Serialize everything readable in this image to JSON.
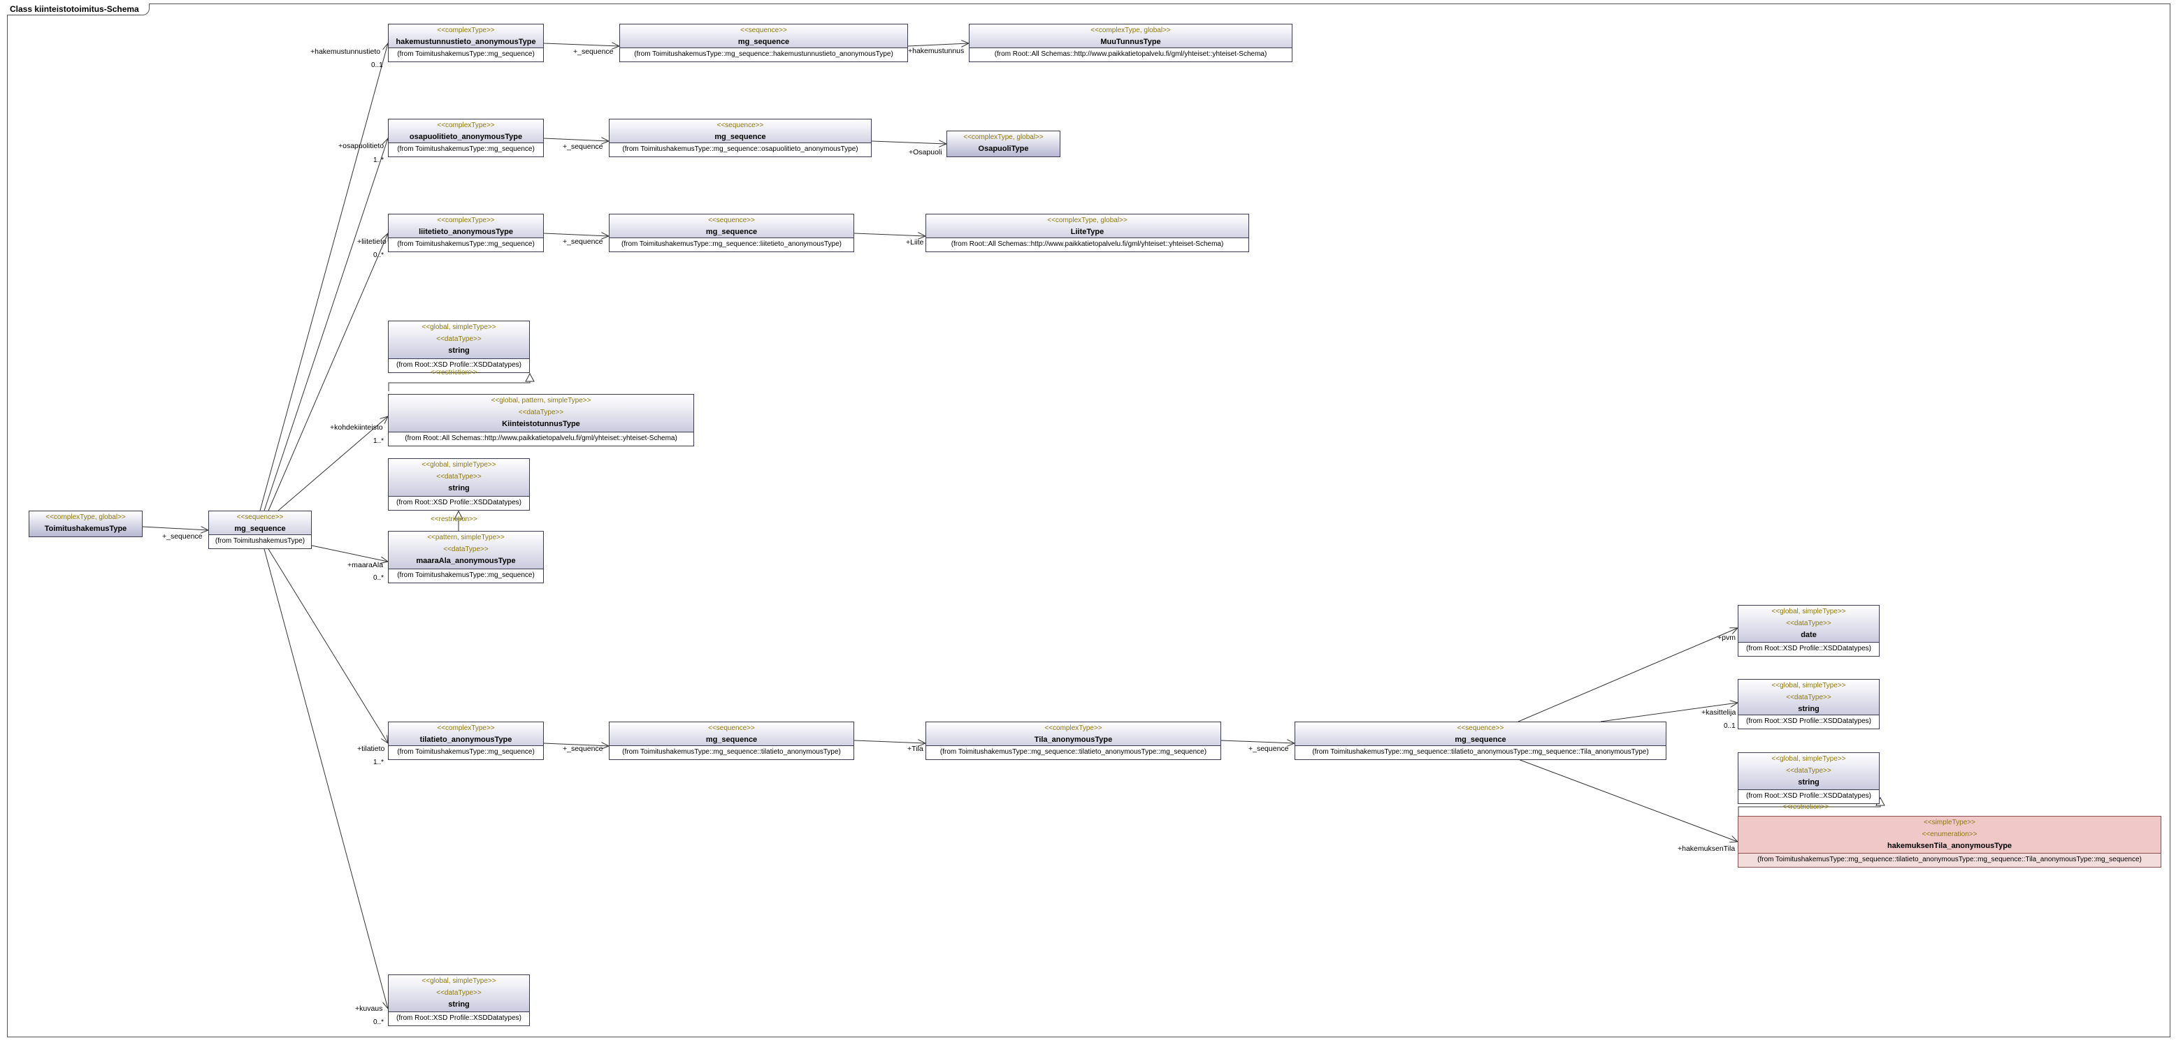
{
  "frame": {
    "title": "Class kiinteistotoimitus-Schema"
  },
  "classes": {
    "toimitus": {
      "stereotype": "<<complexType, global>>",
      "name": "ToimitushakemusType"
    },
    "mg_root": {
      "stereotype": "<<sequence>>",
      "name": "mg_sequence",
      "from": "(from ToimitushakemusType)"
    },
    "hak_anon": {
      "stereotype": "<<complexType>>",
      "name": "hakemustunnustieto_anonymousType",
      "from": "(from ToimitushakemusType::mg_sequence)"
    },
    "hak_seq": {
      "stereotype": "<<sequence>>",
      "name": "mg_sequence",
      "from": "(from ToimitushakemusType::mg_sequence::hakemustunnustieto_anonymousType)"
    },
    "muutunnus": {
      "stereotype": "<<complexType, global>>",
      "name": "MuuTunnusType",
      "from": "(from Root::All Schemas::http://www.paikkatietopalvelu.fi/gml/yhteiset::yhteiset-Schema)"
    },
    "osa_anon": {
      "stereotype": "<<complexType>>",
      "name": "osapuolitieto_anonymousType",
      "from": "(from ToimitushakemusType::mg_sequence)"
    },
    "osa_seq": {
      "stereotype": "<<sequence>>",
      "name": "mg_sequence",
      "from": "(from ToimitushakemusType::mg_sequence::osapuolitieto_anonymousType)"
    },
    "osapuoli": {
      "stereotype": "<<complexType, global>>",
      "name": "OsapuoliType"
    },
    "lii_anon": {
      "stereotype": "<<complexType>>",
      "name": "liitetieto_anonymousType",
      "from": "(from ToimitushakemusType::mg_sequence)"
    },
    "lii_seq": {
      "stereotype": "<<sequence>>",
      "name": "mg_sequence",
      "from": "(from ToimitushakemusType::mg_sequence::liitetieto_anonymousType)"
    },
    "liite": {
      "stereotype": "<<complexType, global>>",
      "name": "LiiteType",
      "from": "(from Root::All Schemas::http://www.paikkatietopalvelu.fi/gml/yhteiset::yhteiset-Schema)"
    },
    "string1": {
      "stereotype": "<<global, simpleType>>",
      "stereotype2": "<<dataType>>",
      "name": "string",
      "from": "(from Root::XSD Profile::XSDDatatypes)"
    },
    "kiint": {
      "stereotype": "<<global, pattern, simpleType>>",
      "stereotype2": "<<dataType>>",
      "name": "KiinteistotunnusType",
      "from": "(from Root::All Schemas::http://www.paikkatietopalvelu.fi/gml/yhteiset::yhteiset-Schema)"
    },
    "string2": {
      "stereotype": "<<global, simpleType>>",
      "stereotype2": "<<dataType>>",
      "name": "string",
      "from": "(from Root::XSD Profile::XSDDatatypes)"
    },
    "maara": {
      "stereotype": "<<pattern, simpleType>>",
      "stereotype2": "<<dataType>>",
      "name": "maaraAla_anonymousType",
      "from": "(from ToimitushakemusType::mg_sequence)"
    },
    "til_anon": {
      "stereotype": "<<complexType>>",
      "name": "tilatieto_anonymousType",
      "from": "(from ToimitushakemusType::mg_sequence)"
    },
    "til_seq": {
      "stereotype": "<<sequence>>",
      "name": "mg_sequence",
      "from": "(from ToimitushakemusType::mg_sequence::tilatieto_anonymousType)"
    },
    "tila_anon": {
      "stereotype": "<<complexType>>",
      "name": "Tila_anonymousType",
      "from": "(from ToimitushakemusType::mg_sequence::tilatieto_anonymousType::mg_sequence)"
    },
    "tila_seq": {
      "stereotype": "<<sequence>>",
      "name": "mg_sequence",
      "from": "(from ToimitushakemusType::mg_sequence::tilatieto_anonymousType::mg_sequence::Tila_anonymousType)"
    },
    "date": {
      "stereotype": "<<global, simpleType>>",
      "stereotype2": "<<dataType>>",
      "name": "date",
      "from": "(from Root::XSD Profile::XSDDatatypes)"
    },
    "string3": {
      "stereotype": "<<global, simpleType>>",
      "stereotype2": "<<dataType>>",
      "name": "string",
      "from": "(from Root::XSD Profile::XSDDatatypes)"
    },
    "string4": {
      "stereotype": "<<global, simpleType>>",
      "stereotype2": "<<dataType>>",
      "name": "string",
      "from": "(from Root::XSD Profile::XSDDatatypes)"
    },
    "hakTila": {
      "stereotype": "<<simpleType>>",
      "stereotype2": "<<enumeration>>",
      "name": "hakemuksenTila_anonymousType",
      "from": "(from ToimitushakemusType::mg_sequence::tilatieto_anonymousType::mg_sequence::Tila_anonymousType::mg_sequence)"
    },
    "string5": {
      "stereotype": "<<global, simpleType>>",
      "stereotype2": "<<dataType>>",
      "name": "string",
      "from": "(from Root::XSD Profile::XSDDatatypes)"
    }
  },
  "labels": {
    "seq_root": "+_sequence",
    "hakemustunnustieto": "+hakemustunnustieto",
    "mult_hak": "0..1",
    "seq_hak": "+_sequence",
    "hakemustunnus": "+hakemustunnus",
    "osapuolitieto": "+osapuolitieto",
    "mult_osa": "1..*",
    "seq_osa": "+_sequence",
    "osapuoli": "+Osapuoli",
    "liitetieto": "+liitetieto",
    "mult_lii": "0..*",
    "seq_lii": "+_sequence",
    "liite": "+Liite",
    "restriction1": "<<restriction>>",
    "kohdekiinteisto": "+kohdekiinteisto",
    "mult_koh": "1..*",
    "restriction2": "<<restriction>>",
    "maaraAla": "+maaraAla",
    "mult_maara": "0..*",
    "tilatieto": "+tilatieto",
    "mult_til": "1..*",
    "seq_til": "+_sequence",
    "tila": "+Tila",
    "seq_tila": "+_sequence",
    "pvm": "+pvm",
    "kasittelija": "+kasittelija",
    "mult_kas": "0..1",
    "restriction3": "<<restriction>>",
    "hakemuksenTila": "+hakemuksenTila",
    "kuvaus": "+kuvaus",
    "mult_kuv": "0..*"
  }
}
